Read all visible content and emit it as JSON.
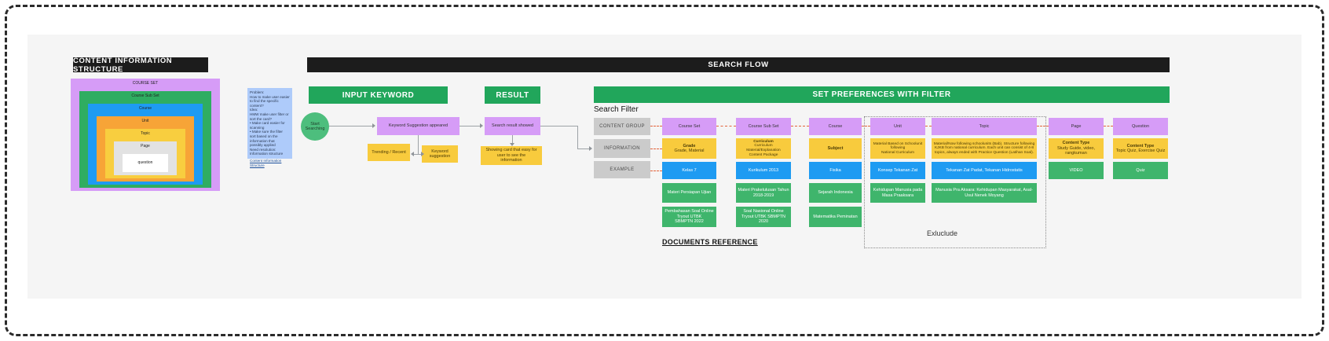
{
  "structure": {
    "header": "CONTENT INFORMATION STRUCTURE",
    "levels": [
      "COURSE SET",
      "Course Sub Set",
      "Course",
      "Unit",
      "Topic",
      "Page",
      "question"
    ]
  },
  "sticky": {
    "text": "Problem:\nHow to make user easier\nto find the specific\ncontent?\nIdea:\nHMW make user filter or\nsort the card?\n• Make card easier for\n  scanning\n• Make sure the filter\n  sort based on the\n  information that\n  possibly applied\nNeed resolution:\nInformation structure",
    "link": "Content Information Structure"
  },
  "flow": {
    "search_flow_header": "SEARCH FLOW",
    "input_keyword_header": "INPUT KEYWORD",
    "result_header": "RESULT",
    "start_label": "Start\nSearching",
    "keyword_suggestion_box": "Keyword Suggestion appeared",
    "trending_box": "Trending / Recent",
    "suggestion_box": "Keyword\nsuggestion",
    "result_box": "Search result showed",
    "result_note": "Showing card that easy for user to see the\ninformation"
  },
  "filter": {
    "header": "SET PREFERENCES WITH FILTER",
    "search_filter_label": "Search Filter",
    "row_labels": [
      "CONTENT GROUP",
      "INFORMATION",
      "EXAMPLE"
    ],
    "documents_reference_label": "DOCUMENTS REFERENCE",
    "exclude_label": "Exluclude",
    "columns": [
      {
        "group": "Course Set",
        "info_title": "Grade",
        "info_text": "Grade, Material",
        "example": "Kelas 7",
        "refs": [
          "Materi Persiapan Ujian",
          "Pembahasan Soal Online Tryout UTBK\nSBMPTN 2022"
        ]
      },
      {
        "group": "Course Sub Set",
        "info_title": "Curriculum",
        "info_text": "Curriculum\nMaterial/Explanation\nContent Package",
        "example": "Kurikulum 2013",
        "refs": [
          "Materi Prakelulusan Tahun 2018-2019",
          "Soal Nasional Online Tryout UTBK SBMPTN\n2020"
        ]
      },
      {
        "group": "Course",
        "info_title": "Subject",
        "info_text": "",
        "example": "Fisika",
        "refs": [
          "Sejarah Indonesia",
          "Matematika Peminatan"
        ]
      },
      {
        "group": "Unit",
        "info_title": "",
        "info_text": "Material Based on Schoolunit following\nNational Curriculum",
        "example": "Konsep Tekanan Zat",
        "refs": [
          "Kehidupan Manusia pada Masa Praaksara"
        ]
      },
      {
        "group": "Topic",
        "info_title": "",
        "info_text": "Material/Now following schoolunits (Bab). Structure following KJKB from national curriculum. Each unit can consist of 4-8 topics, always ended with Practice Question (Latihan Soal).",
        "example": "Tekanan Zat Padat, Tekanan Hidrostatis",
        "refs": [
          "Manusia Pra Aksara: Kehidupan Masyarakat, Asal-Usul Nenek Moyang"
        ]
      },
      {
        "group": "Page",
        "info_title": "Content Type",
        "info_text": "Study Guide, video, rangkuman",
        "example": "VIDEO",
        "refs": []
      },
      {
        "group": "Question",
        "info_title": "Content Type",
        "info_text": "Topic Quiz, Exercise Quiz",
        "example": "Quiz",
        "refs": []
      }
    ]
  }
}
